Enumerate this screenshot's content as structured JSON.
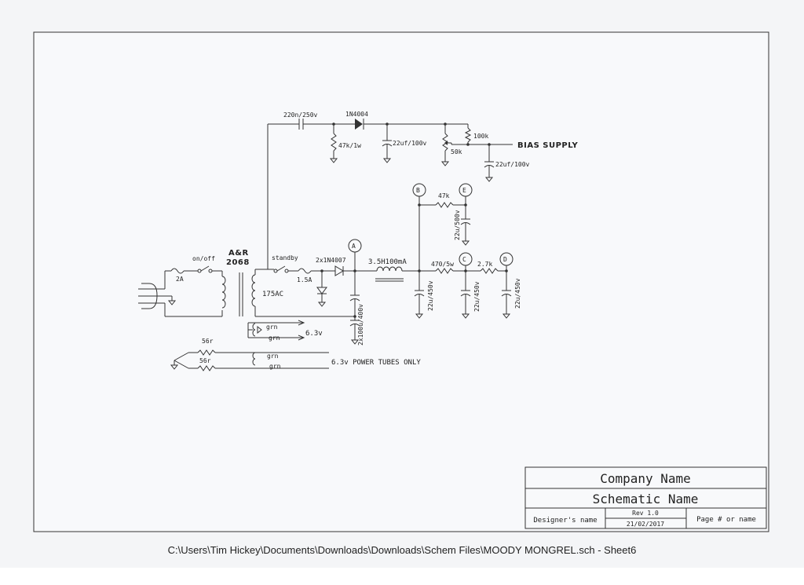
{
  "title_block": {
    "company": "Company Name",
    "schematic": "Schematic Name",
    "designer": "Designer's name",
    "rev": "Rev 1.0",
    "date": "21/02/2017",
    "page": "Page # or name"
  },
  "file_path": "C:\\Users\\Tim Hickey\\Documents\\Downloads\\Downloads\\Schem Files\\MOODY MONGREL.sch  -  Sheet6",
  "labels": {
    "cap_220n": "220n/250v",
    "diode_bias": "1N4004",
    "res_47k1w": "47k/1w",
    "cap_bias1": "22uf/100v",
    "res_100k": "100k",
    "pot_50k": "50k",
    "bias_supply": "BIAS SUPPLY",
    "cap_bias2": "22uf/100v",
    "node_b": "B",
    "node_e": "E",
    "res_47k": "47k",
    "cap_e": "22u/500v",
    "node_a": "A",
    "node_c": "C",
    "node_d": "D",
    "brand": "A&R",
    "model": "2068",
    "onoff": "on/off",
    "fuse_2a": "2A",
    "standby": "standby",
    "fuse_15a": "1.5A",
    "rect_diodes": "2x1N4007",
    "choke": "3.5H100mA",
    "res_470": "470/5w",
    "res_27k": "2.7k",
    "hv_sec": "175AC",
    "cap_main": "2x100u/400v",
    "cap_b": "22u/450v",
    "cap_c": "22u/450v",
    "cap_d": "22u/450v",
    "grn1": "grn",
    "grn2": "grn",
    "heater1": "6.3v",
    "res_56r_1": "56r",
    "res_56r_2": "56r",
    "grn3": "grn",
    "grn4": "grn",
    "heater2": "6.3v  POWER TUBES ONLY"
  }
}
